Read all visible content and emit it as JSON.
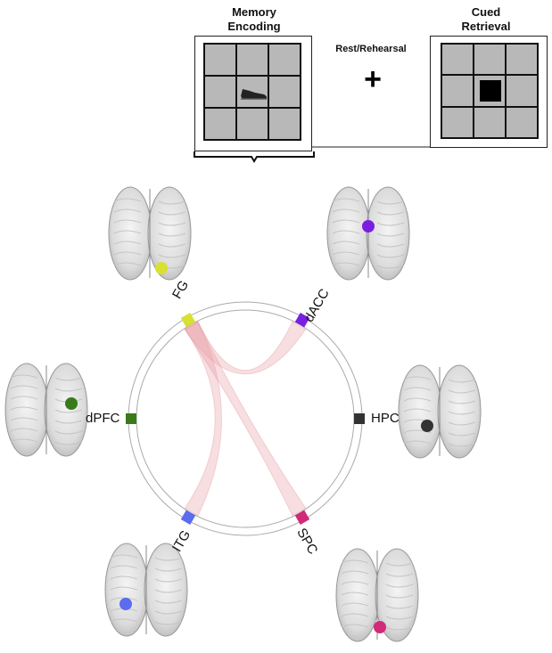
{
  "task": {
    "encoding_title_line1": "Memory",
    "encoding_title_line2": "Encoding",
    "rest_label": "Rest/Rehearsal",
    "fixation_symbol": "+",
    "retrieval_title_line1": "Cued",
    "retrieval_title_line2": "Retrieval"
  },
  "nodes": [
    {
      "id": "FG",
      "label": "FG",
      "color": "#d8e030"
    },
    {
      "id": "dACC",
      "label": "dACC",
      "color": "#7a1fe0"
    },
    {
      "id": "HPC",
      "label": "HPC",
      "color": "#333333"
    },
    {
      "id": "SPC",
      "label": "SPC",
      "color": "#d02a78"
    },
    {
      "id": "ITG",
      "label": "ITG",
      "color": "#5a6cf0"
    },
    {
      "id": "dPFC",
      "label": "dPFC",
      "color": "#3a7a1a"
    }
  ],
  "connections": [
    {
      "from": "FG",
      "to": "dACC"
    },
    {
      "from": "FG",
      "to": "ITG"
    },
    {
      "from": "FG",
      "to": "SPC"
    }
  ],
  "colors": {
    "connection_fill": "#e8a0a8",
    "ring": "#999999",
    "cell_gray": "#b8b8b8"
  }
}
